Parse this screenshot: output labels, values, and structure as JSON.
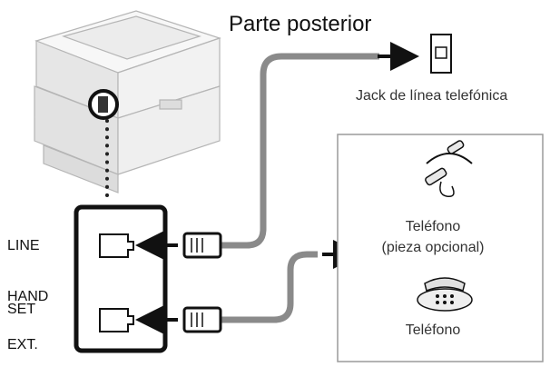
{
  "title": "Parte posterior",
  "wall_jack": {
    "label": "Jack de línea telefónica",
    "icon": "phone-wall-jack-icon"
  },
  "ports": {
    "line_label": "LINE",
    "handset_label": "HAND\nSET",
    "ext_label": "EXT."
  },
  "devices": {
    "phone_label": "Teléfono",
    "phone_note": "(pieza opcional)",
    "desk_phone_label": "Teléfono"
  },
  "colors": {
    "cable": "#8a8a8a",
    "frame": "#111111",
    "arrow": "#111111",
    "panel_border": "#9a9a9a"
  }
}
